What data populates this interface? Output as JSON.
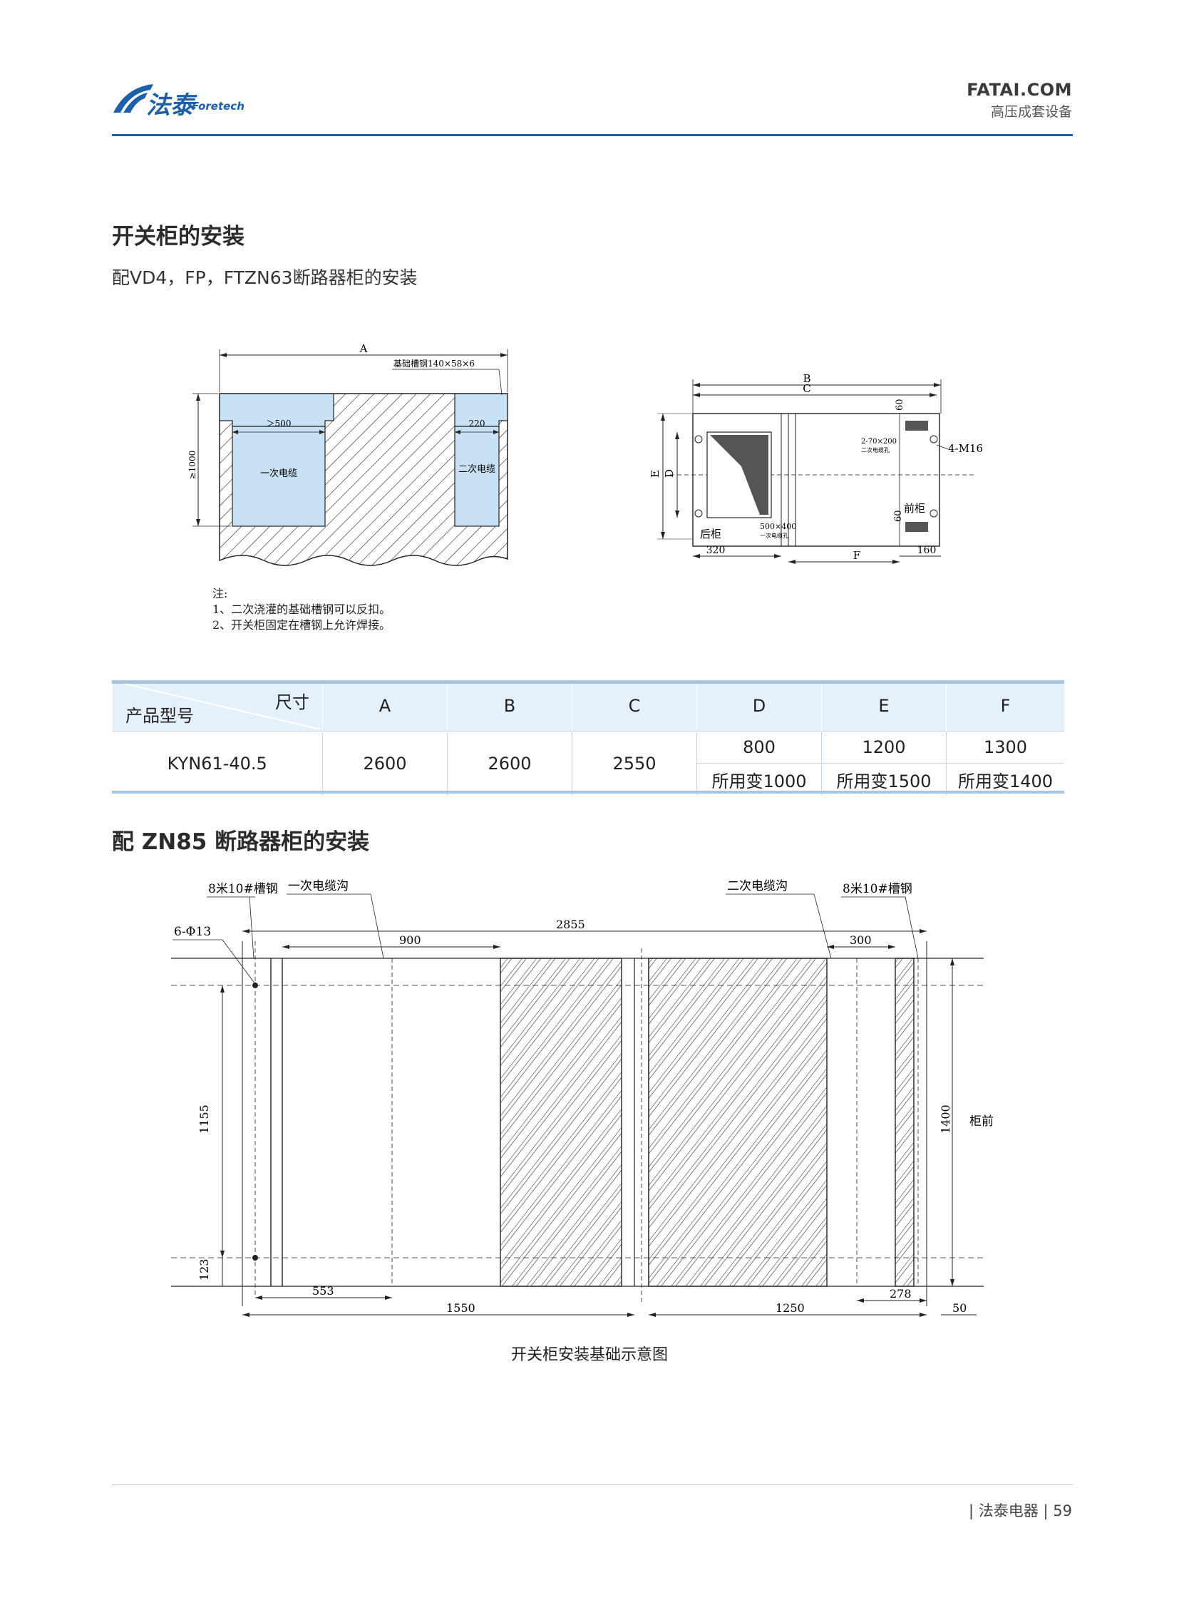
{
  "header": {
    "brand_cn": "法泰",
    "brand_en": "Foretech",
    "site": "FATAI.COM",
    "tagline": "高压成套设备"
  },
  "section1": {
    "title": "开关柜的安装",
    "subtitle": "配VD4，FP，FTZN63断路器柜的安装"
  },
  "diagram1": {
    "dim_a": "A",
    "steel_label": "基础槽钢140×58×6",
    "height_label": "≥1000",
    "gap_left": "＞500",
    "gap_right": "220",
    "primary_cable": "一次电缆",
    "secondary_cable": "二次电缆"
  },
  "diagram2": {
    "dim_b": "B",
    "dim_c": "C",
    "dim_d": "D",
    "dim_e": "E",
    "dim_f": "F",
    "dim_60_top": "60",
    "dim_60_bot": "60",
    "holes_label": "2-70×200",
    "holes_sub": "二次电缆孔",
    "bolts": "4-M16",
    "front": "前柜",
    "rear": "后柜",
    "opening": "500×400",
    "opening_sub": "一次电缆孔",
    "dim_320": "320",
    "dim_160": "160"
  },
  "notes": {
    "title": "注:",
    "items": [
      "1、二次浇灌的基础槽钢可以反扣。",
      "2、开关柜固定在槽钢上允许焊接。"
    ]
  },
  "table": {
    "corner_top": "尺寸",
    "corner_bottom": "产品型号",
    "columns": [
      "A",
      "B",
      "C",
      "D",
      "E",
      "F"
    ],
    "model": "KYN61-40.5",
    "a": "2600",
    "b": "2600",
    "c": "2550",
    "row1": [
      "800",
      "1200",
      "1300"
    ],
    "row2": [
      "所用变1000",
      "所用变1500",
      "所用变1400"
    ]
  },
  "section2": {
    "title": "配 ZN85 断路器柜的安装"
  },
  "diagram3": {
    "steel_left": "8米10#槽钢",
    "primary_trench": "一次电缆沟",
    "secondary_trench": "二次电缆沟",
    "steel_right": "8米10#槽钢",
    "holes": "6-Φ13",
    "dim_2855": "2855",
    "dim_900": "900",
    "dim_300": "300",
    "dim_1155": "1155",
    "dim_123": "123",
    "dim_1400": "1400",
    "front": "柜前",
    "dim_553": "553",
    "dim_1550": "1550",
    "dim_1250": "1250",
    "dim_278": "278",
    "dim_50": "50"
  },
  "caption": "开关柜安装基础示意图",
  "footer": {
    "company": "法泰电器",
    "page": "59"
  }
}
